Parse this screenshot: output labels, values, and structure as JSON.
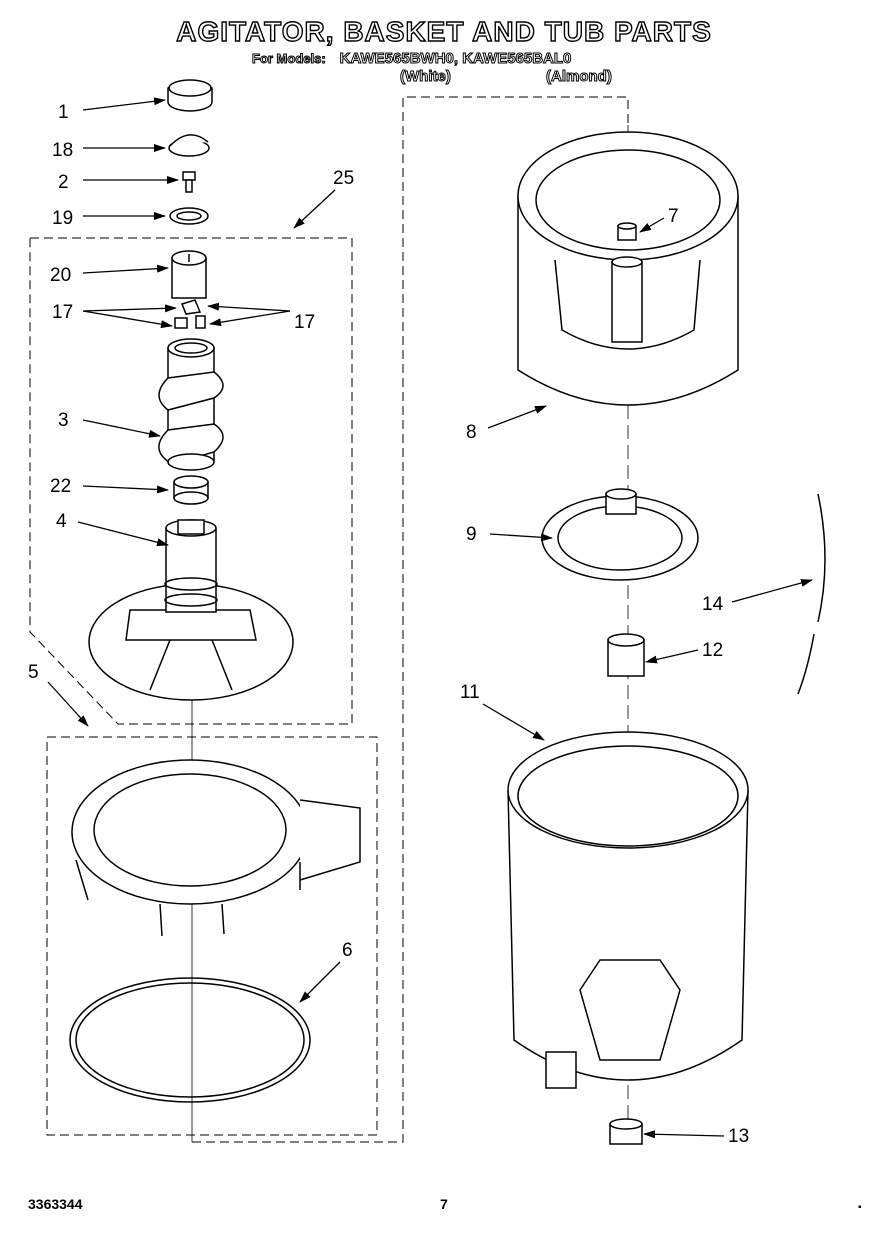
{
  "title": "AGITATOR, BASKET AND TUB PARTS",
  "models_label": "For Models:",
  "models": "KAWE565BWH0, KAWE565BAL0",
  "color_white": "(White)",
  "color_almond": "(Almond)",
  "callouts": {
    "c1": "1",
    "c18": "18",
    "c2": "2",
    "c19": "19",
    "c25": "25",
    "c20": "20",
    "c17a": "17",
    "c17b": "17",
    "c3": "3",
    "c22": "22",
    "c4": "4",
    "c5": "5",
    "c6": "6",
    "c7": "7",
    "c8": "8",
    "c9": "9",
    "c14": "14",
    "c12": "12",
    "c11": "11",
    "c13": "13"
  },
  "footer_doc": "3363344",
  "footer_page": "7",
  "footer_mark": "▪"
}
